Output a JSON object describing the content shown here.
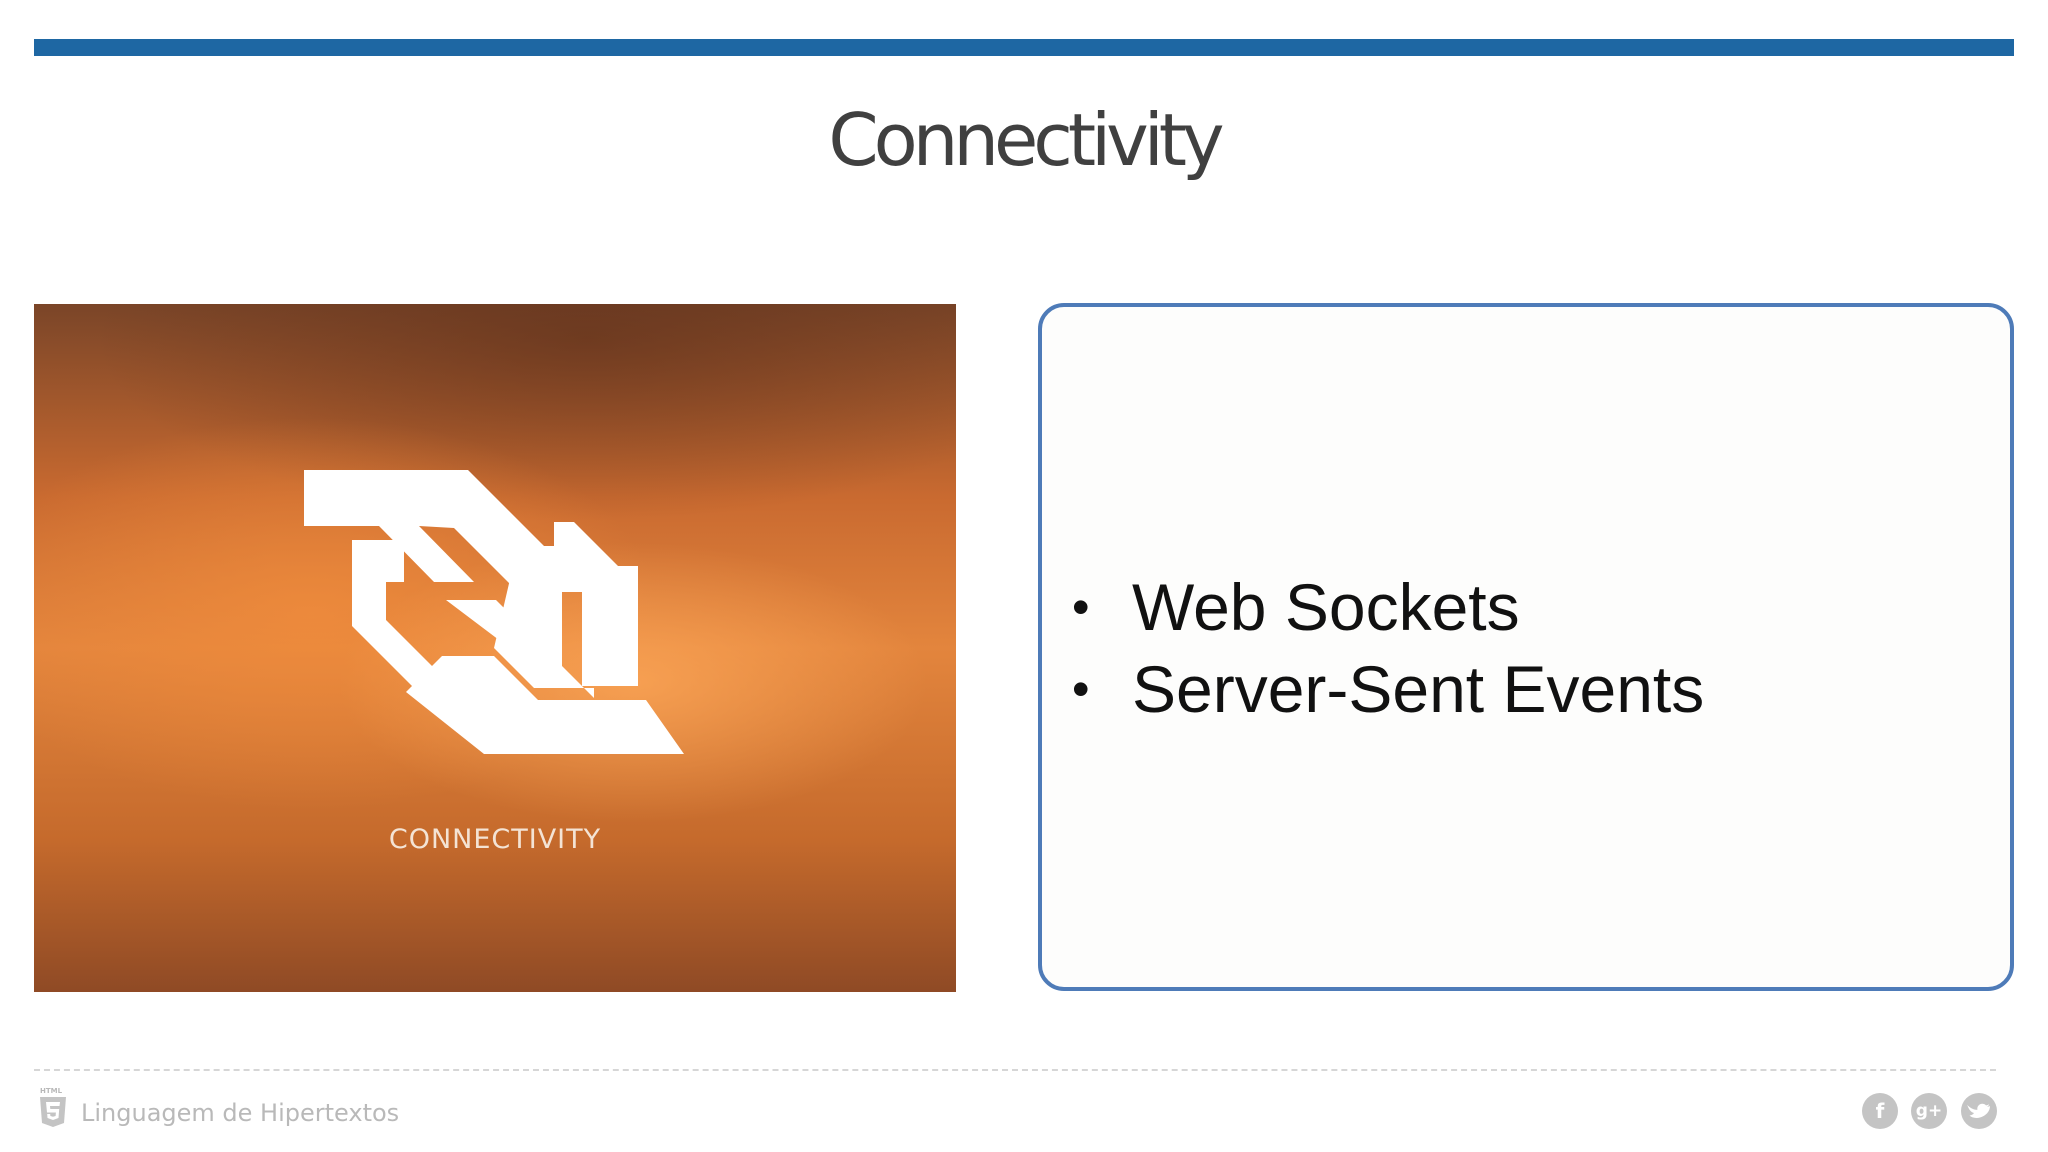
{
  "slide": {
    "title": "Connectivity",
    "image": {
      "caption": "CONNECTIVITY",
      "icon": "websocket-logo"
    },
    "bullets": [
      {
        "marker": "•",
        "text": "Web Sockets"
      },
      {
        "marker": "•",
        "text": "Server-Sent Events"
      }
    ]
  },
  "footer": {
    "text": "Linguagem de Hipertextos",
    "logo_label": "HTML",
    "social_icons": [
      "facebook-icon",
      "google-plus-icon",
      "twitter-icon"
    ]
  },
  "colors": {
    "accent": "#1e67a3",
    "box_border": "#4e7bb8",
    "title": "#404040",
    "footer_text": "#b9b9b9"
  }
}
